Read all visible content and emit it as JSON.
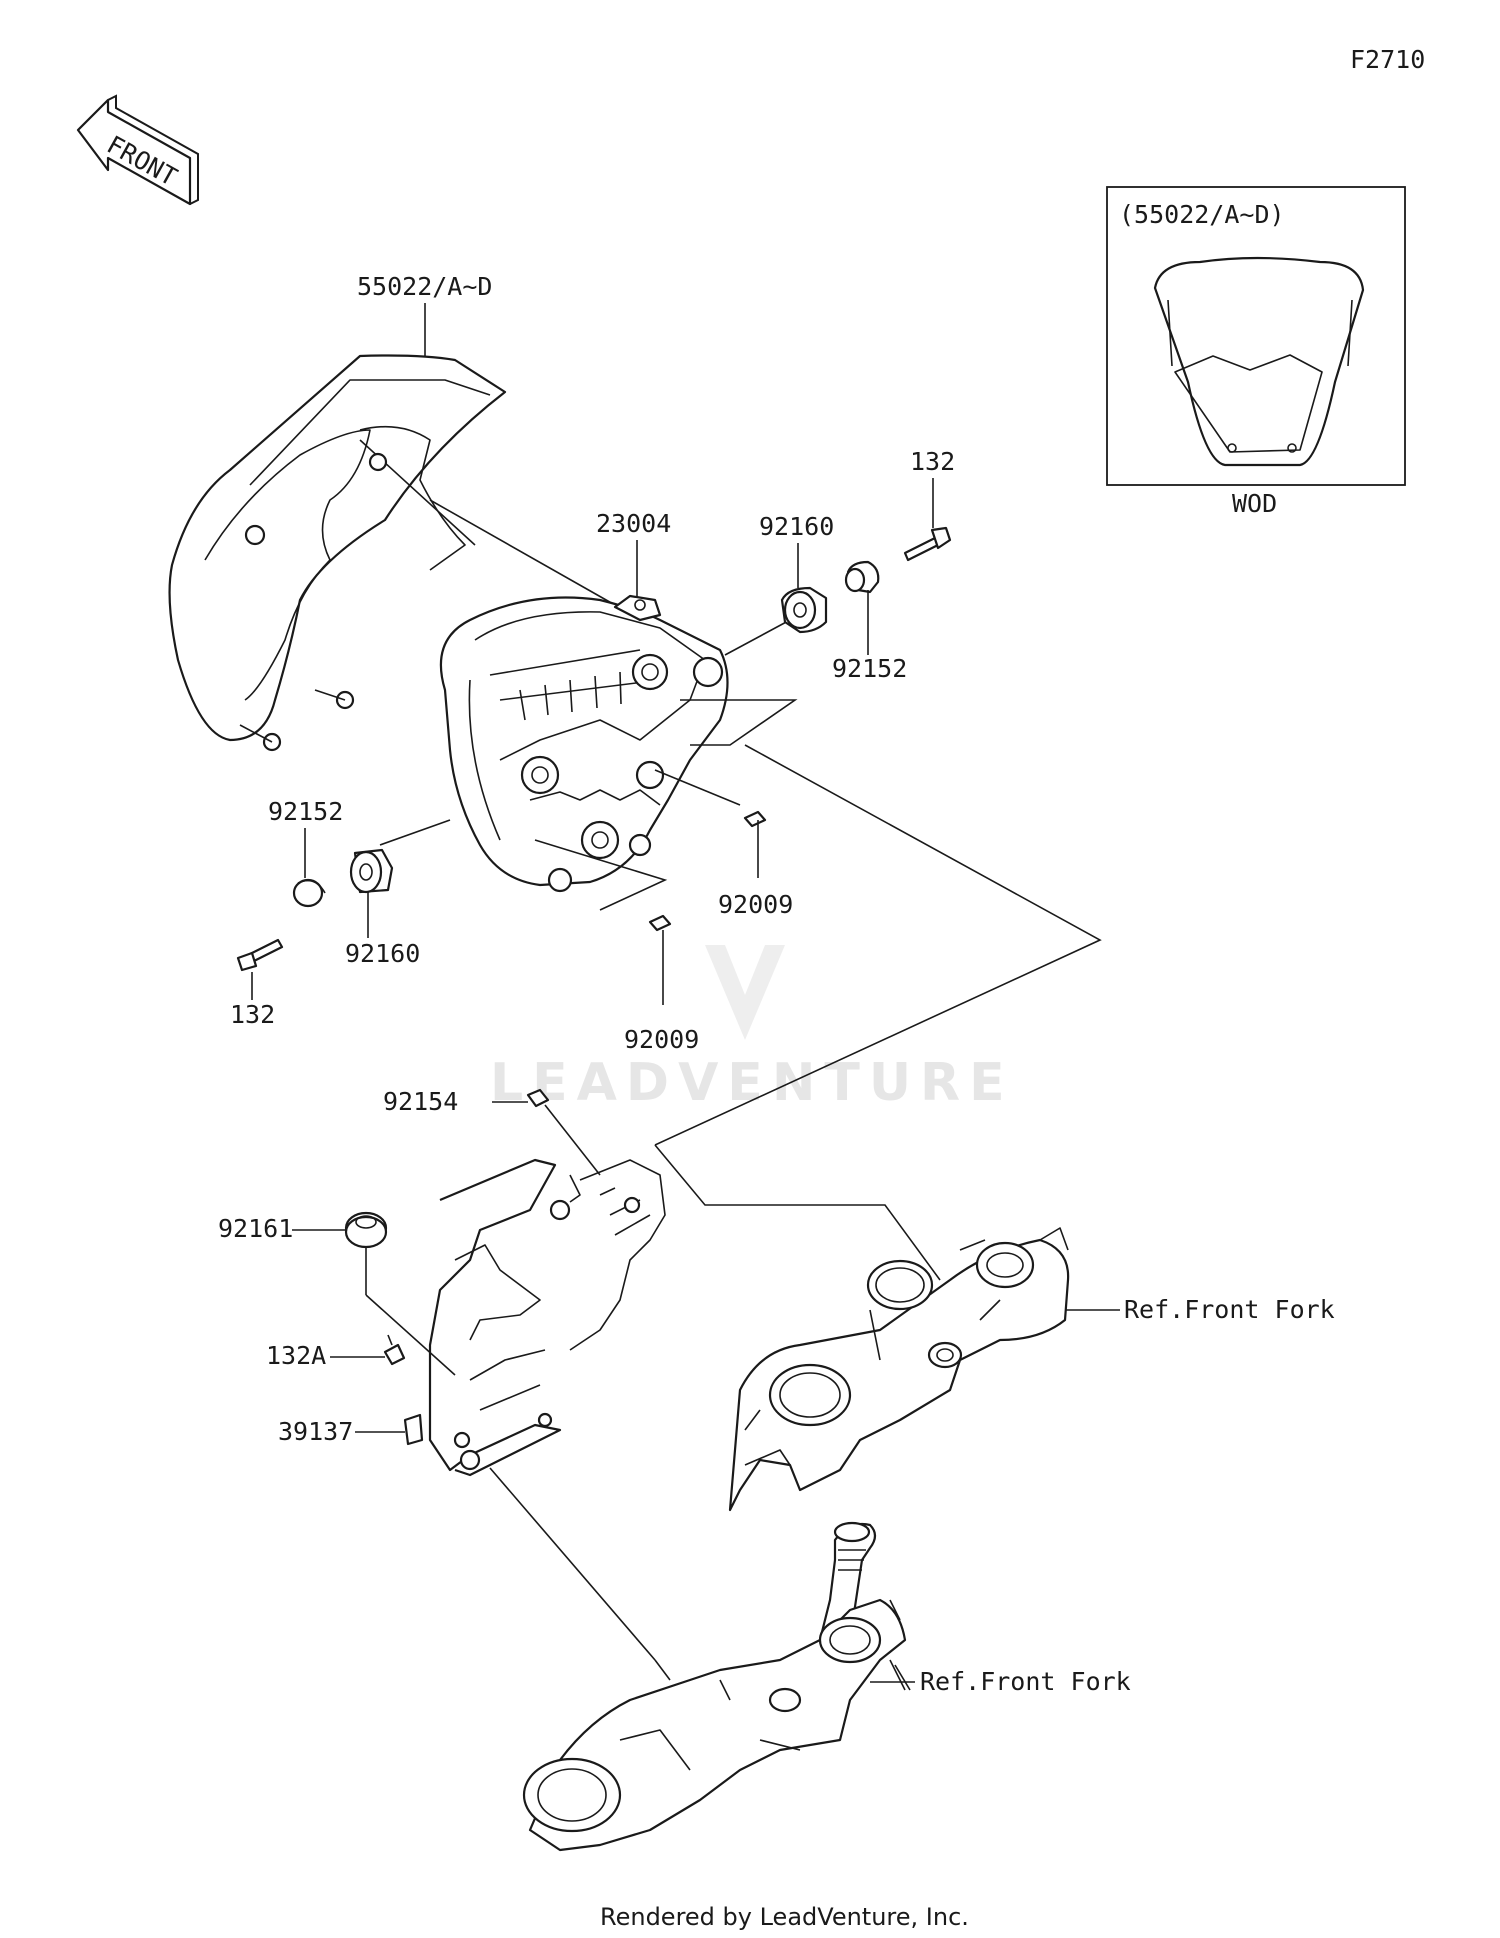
{
  "diagram_code": "F2710",
  "front_label": "FRONT",
  "watermark": "LEADVENTURE",
  "footer": "Rendered by LeadVenture, Inc.",
  "inset": {
    "title": "(55022/A~D)",
    "caption": "WOD"
  },
  "callouts": {
    "cowl": "55022/A~D",
    "headlight": "23004",
    "grommet_upper": "92160",
    "bolt_upper": "132",
    "collar_upper": "92152",
    "collar_lower": "92152",
    "grommet_lower": "92160",
    "bolt_lower": "132",
    "screw_right": "92009",
    "screw_lower": "92009",
    "bolt_stay": "92154",
    "grommet_stay": "92161",
    "bolt_132a": "132A",
    "stay": "39137",
    "ref_upper": "Ref.Front Fork",
    "ref_lower": "Ref.Front Fork"
  }
}
